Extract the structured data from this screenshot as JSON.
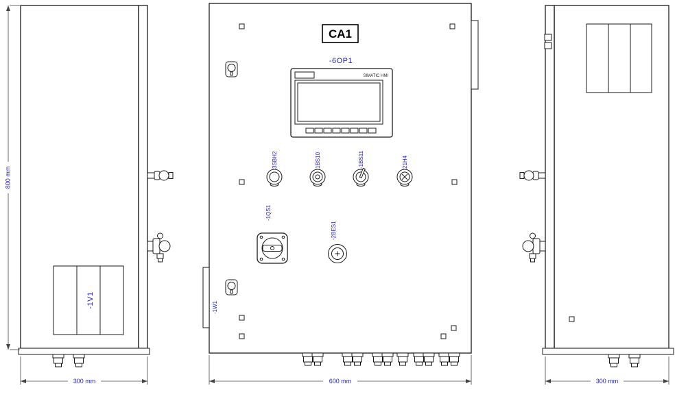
{
  "colors": {
    "label_blue": "#2020c0",
    "line_black": "#1a1a1a"
  },
  "title": {
    "text": "CA1"
  },
  "left_view": {
    "component_label": "-1V1",
    "height_dim": "800 mm",
    "width_dim": "300 mm"
  },
  "front_view": {
    "hmi_label": "-6OP1",
    "hmi_brand": "SIMATIC HMI",
    "controls": [
      {
        "label": "3SBH2"
      },
      {
        "label": "1BS10"
      },
      {
        "label": "-1BS11"
      },
      {
        "label": "21H4"
      }
    ],
    "main_switch_label": "-1QS1",
    "estop_label": "-2BES1",
    "cable_label": "-1W1",
    "width_dim": "600 mm"
  },
  "right_view": {
    "width_dim": "300 mm"
  }
}
